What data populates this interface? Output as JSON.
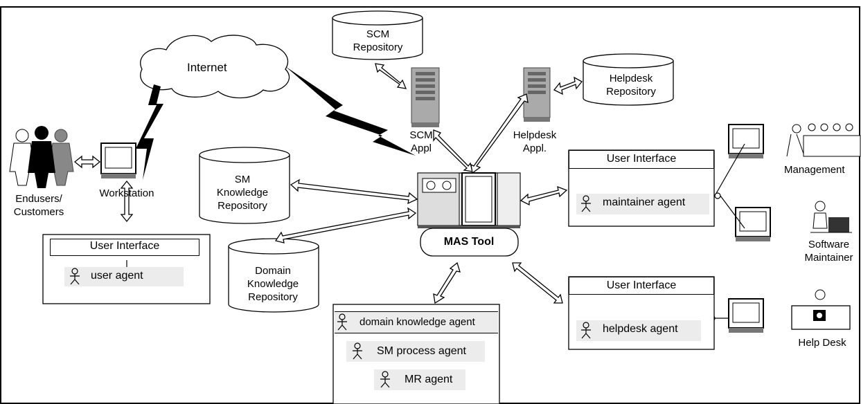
{
  "labels": {
    "internet": "Internet",
    "scm_repository": "SCM\nRepository",
    "helpdesk_repository": "Helpdesk\nRepository",
    "scm_appl": "SCM\nAppl",
    "helpdesk_appl": "Helpdesk\nAppl.",
    "sm_knowledge_repository": "SM\nKnowledge\nRepository",
    "domain_knowledge_repository": "Domain\nKnowledge\nRepository",
    "mas_tool": "MAS Tool",
    "endusers": "Endusers/\nCustomers",
    "workstation": "Workstation",
    "management": "Management",
    "software_maintainer": "Software\nMaintainer",
    "help_desk": "Help Desk"
  },
  "user_interfaces": {
    "left": {
      "title": "User Interface",
      "agent": "user agent"
    },
    "top_right": {
      "title": "User Interface",
      "agent": "maintainer agent"
    },
    "bottom_right": {
      "title": "User Interface",
      "agent": "helpdesk agent"
    }
  },
  "agents_box": {
    "items": [
      "domain knowledge agent",
      "SM process agent",
      "MR agent"
    ]
  }
}
